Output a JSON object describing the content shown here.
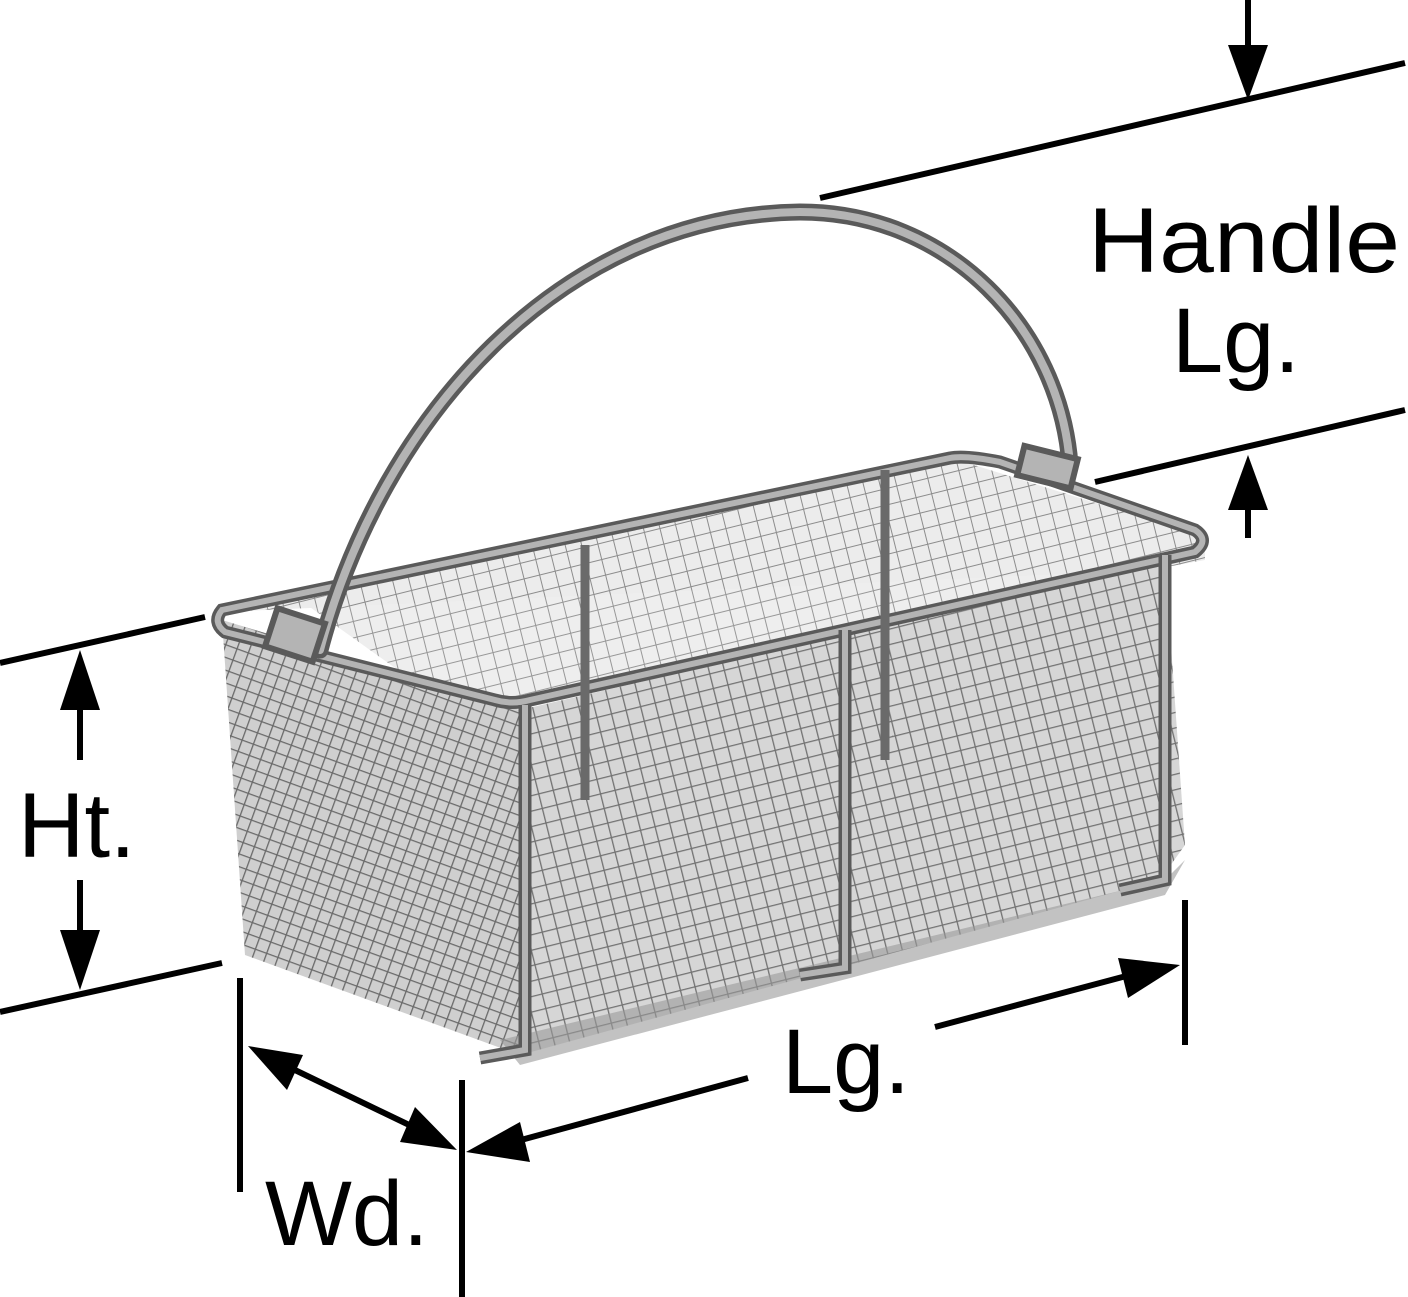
{
  "labels": {
    "handle_line1": "Handle",
    "handle_line2": "Lg.",
    "height": "Ht.",
    "length": "Lg.",
    "width": "Wd."
  },
  "colors": {
    "ink": "#000000",
    "wire_light": "#b4b4b4",
    "wire_dark": "#5a5a5a",
    "mesh": "#7a7a7a",
    "background": "#ffffff"
  }
}
